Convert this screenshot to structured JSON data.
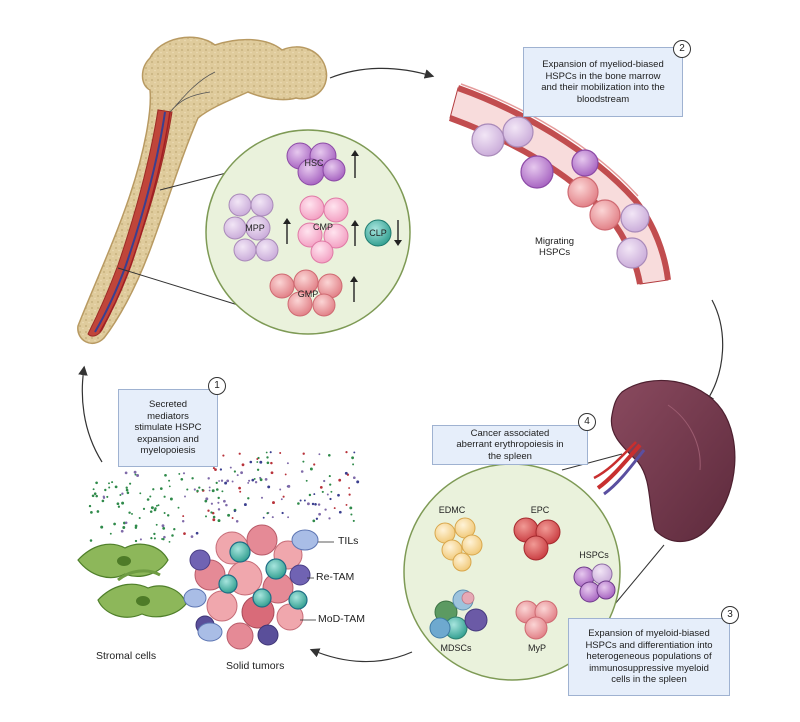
{
  "steps": {
    "step1": {
      "badge": "1",
      "lines": [
        "Secreted",
        "mediators",
        "stimulate HSPC",
        "expansion and",
        "myelopoiesis"
      ]
    },
    "step2": {
      "badge": "2",
      "lines": [
        "Expansion of myeliod-biased",
        "HSPCs in the bone marrow",
        "and their mobilization into the",
        "bloodstream"
      ]
    },
    "step3": {
      "badge": "3",
      "lines": [
        "Expansion of myeloid-biased",
        "HSPCs and differentiation into",
        "heterogeneous populations of",
        "immunosuppressive myeloid",
        "cells in the spleen"
      ]
    },
    "step4": {
      "badge": "4",
      "lines": [
        "Cancer associated",
        "aberrant erythropoiesis in",
        "the spleen"
      ]
    }
  },
  "bone_marrow_panel": {
    "hsc": "HSC",
    "mpp": "MPP",
    "cmp": "CMP",
    "clp": "CLP",
    "gmp": "GMP"
  },
  "bloodstream": {
    "migrating_line1": "Migrating",
    "migrating_line2": "HSPCs"
  },
  "spleen_panel": {
    "edmc": "EDMC",
    "epc": "EPC",
    "hspcs": "HSPCs",
    "mdscs": "MDSCs",
    "myp": "MyP"
  },
  "tumor": {
    "tils": "TILs",
    "re_tam": "Re-TAM",
    "mod_tam": "MoD-TAM",
    "stromal": "Stromal cells",
    "solid_tumors": "Solid tumors"
  },
  "colors": {
    "bone": "#dcc99b",
    "marrow_red": "#b8312b",
    "panel_green": "#eaf2dc",
    "panel_border": "#7e9a55",
    "vessel_wall": "#c14d4f",
    "spleen": "#7a3a4f",
    "box_fill": "#e6eefa"
  }
}
